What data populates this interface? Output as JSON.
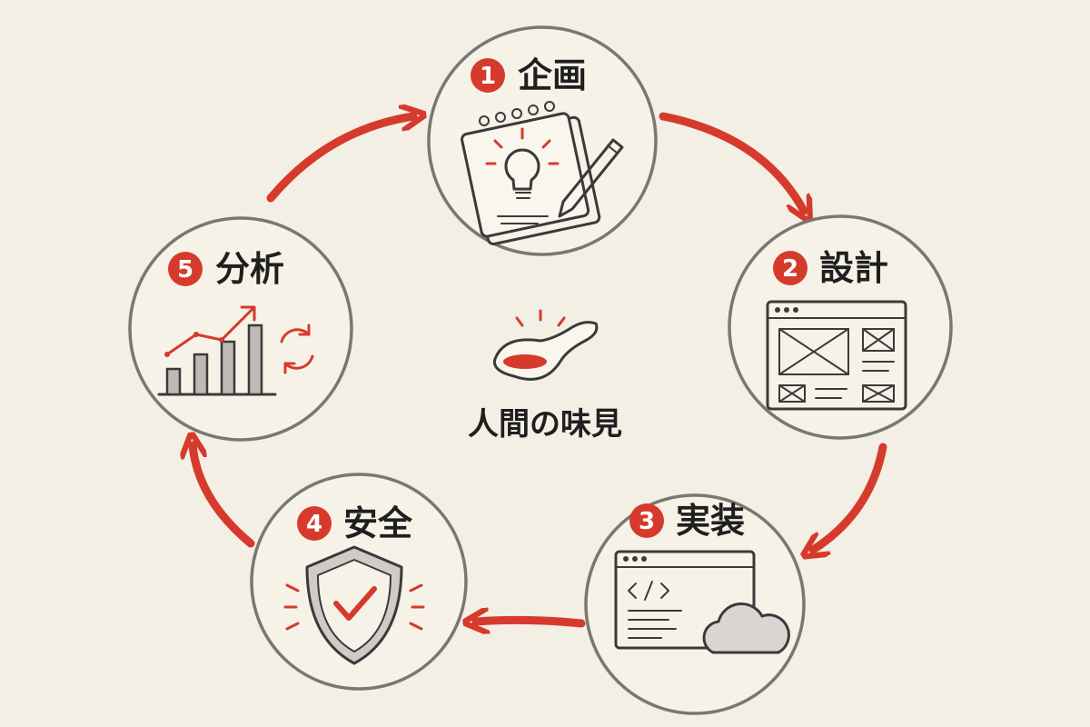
{
  "colors": {
    "accent": "#d63a2c",
    "ink": "#3a3a3a",
    "background": "#f3efe4"
  },
  "center": {
    "label": "人間の味見",
    "icon": "tasting-spoon-icon"
  },
  "steps": [
    {
      "number": "1",
      "label": "企画",
      "icon": "notepad-lightbulb-pencil-icon"
    },
    {
      "number": "2",
      "label": "設計",
      "icon": "wireframe-layout-icon"
    },
    {
      "number": "3",
      "label": "実装",
      "icon": "code-window-cloud-icon"
    },
    {
      "number": "4",
      "label": "安全",
      "icon": "shield-check-icon"
    },
    {
      "number": "5",
      "label": "分析",
      "icon": "bar-chart-refresh-icon"
    }
  ]
}
